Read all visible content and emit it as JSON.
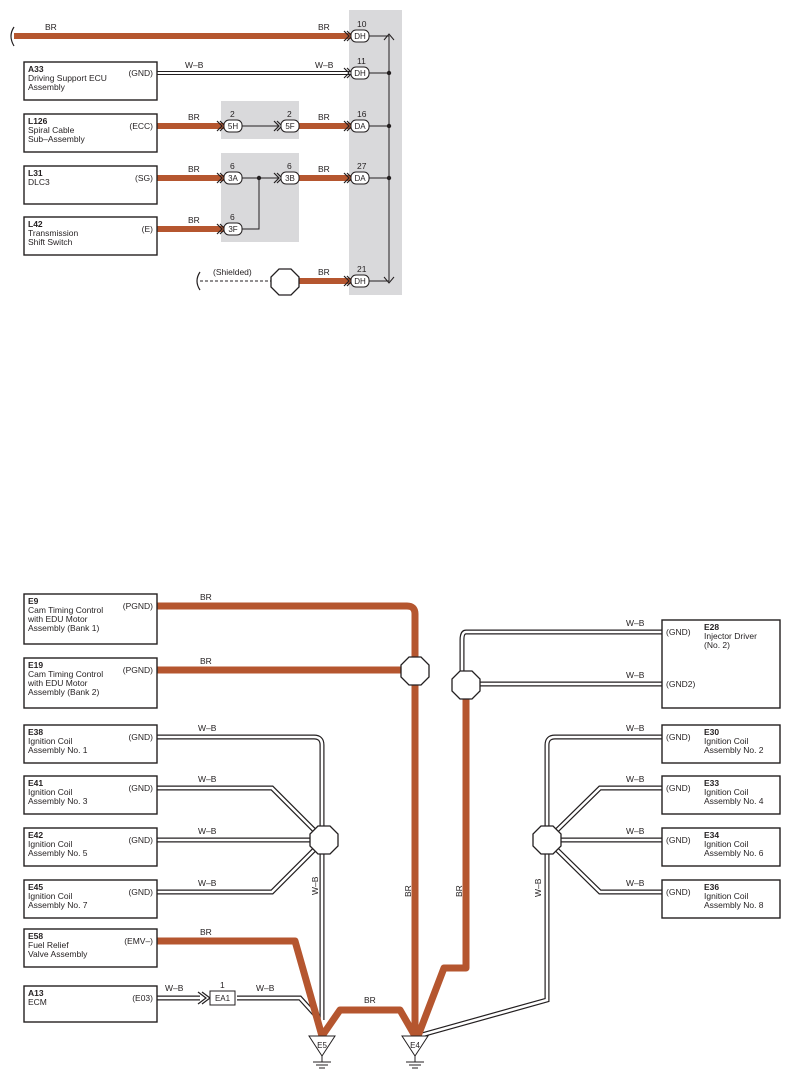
{
  "colors": {
    "br_wire": "#b5562f",
    "panel": "#d9d9db",
    "line": "#231f20",
    "wb_wire_fill": "#ffffff"
  },
  "wire_labels": {
    "br": "BR",
    "wb": "W–B"
  },
  "shielded_label": "(Shielded)",
  "top": {
    "components": [
      {
        "id": "A33",
        "lines": [
          "Driving Support ECU",
          "Assembly"
        ],
        "pin": "(GND)"
      },
      {
        "id": "L126",
        "lines": [
          "Spiral Cable",
          "Sub–Assembly"
        ],
        "pin": "(ECC)"
      },
      {
        "id": "L31",
        "lines": [
          "DLC3"
        ],
        "pin": "(SG)"
      },
      {
        "id": "L42",
        "lines": [
          "Transmission",
          "Shift Switch"
        ],
        "pin": "(E)"
      }
    ],
    "junction_pins": [
      {
        "num": "10",
        "code": "DH"
      },
      {
        "num": "11",
        "code": "DH"
      },
      {
        "num": "16",
        "code": "DA"
      },
      {
        "num": "27",
        "code": "DA"
      },
      {
        "num": "21",
        "code": "DH"
      }
    ],
    "inline_connectors": [
      {
        "num": "2",
        "code": "5H"
      },
      {
        "num": "2",
        "code": "5F"
      },
      {
        "num": "6",
        "code": "3A"
      },
      {
        "num": "6",
        "code": "3B"
      },
      {
        "num": "6",
        "code": "3F"
      }
    ]
  },
  "bottom": {
    "left_components": [
      {
        "id": "E9",
        "lines": [
          "Cam Timing Control",
          "with EDU Motor",
          "Assembly (Bank 1)"
        ],
        "pin": "(PGND)"
      },
      {
        "id": "E19",
        "lines": [
          "Cam Timing Control",
          "with EDU Motor",
          "Assembly (Bank 2)"
        ],
        "pin": "(PGND)"
      },
      {
        "id": "E38",
        "lines": [
          "Ignition Coil",
          "Assembly No. 1"
        ],
        "pin": "(GND)"
      },
      {
        "id": "E41",
        "lines": [
          "Ignition Coil",
          "Assembly No. 3"
        ],
        "pin": "(GND)"
      },
      {
        "id": "E42",
        "lines": [
          "Ignition Coil",
          "Assembly No. 5"
        ],
        "pin": "(GND)"
      },
      {
        "id": "E45",
        "lines": [
          "Ignition Coil",
          "Assembly No. 7"
        ],
        "pin": "(GND)"
      },
      {
        "id": "E58",
        "lines": [
          "Fuel Relief",
          "Valve Assembly"
        ],
        "pin": "(EMV–)"
      },
      {
        "id": "A13",
        "lines": [
          "ECM"
        ],
        "pin": "(E03)"
      }
    ],
    "right_components": [
      {
        "id": "E28",
        "lines": [
          "Injector Driver",
          "(No. 2)"
        ],
        "pins": [
          "(GND)",
          "(GND2)"
        ]
      },
      {
        "id": "E30",
        "lines": [
          "Ignition Coil",
          "Assembly No. 2"
        ],
        "pins": [
          "(GND)"
        ]
      },
      {
        "id": "E33",
        "lines": [
          "Ignition Coil",
          "Assembly No. 4"
        ],
        "pins": [
          "(GND)"
        ]
      },
      {
        "id": "E34",
        "lines": [
          "Ignition Coil",
          "Assembly No. 6"
        ],
        "pins": [
          "(GND)"
        ]
      },
      {
        "id": "E36",
        "lines": [
          "Ignition Coil",
          "Assembly No. 8"
        ],
        "pins": [
          "(GND)"
        ]
      }
    ],
    "inline_connector": {
      "num": "1",
      "code": "EA1"
    },
    "ground_points": [
      "E5",
      "E4"
    ]
  }
}
